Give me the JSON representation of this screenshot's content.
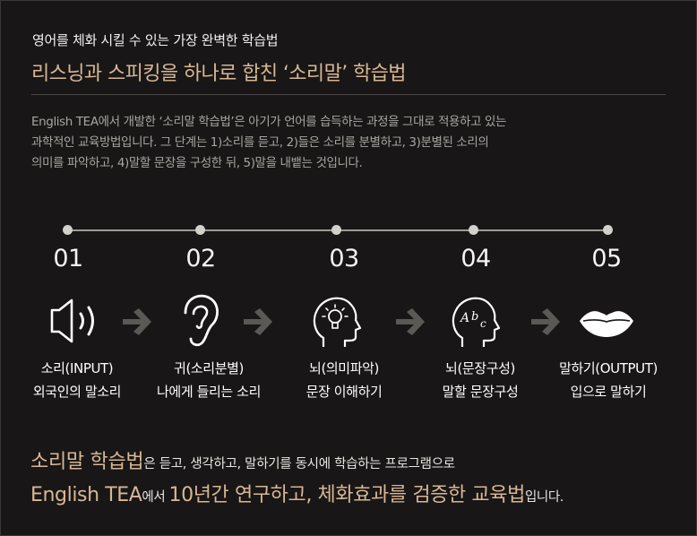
{
  "header": {
    "subtitle": "영어를 체화 시킬 수 있는 가장 완벽한 학습법",
    "title": "리스닝과 스피킹을 하나로 합친 ‘소리말’ 학습법"
  },
  "description": [
    "English TEA에서 개발한 ‘소리말 학습법’은 아기가 언어를 습득하는 과정을 그대로 적용하고 있는",
    "과학적인 교육방법입니다. 그 단계는 1)소리를 듣고, 2)들은 소리를 분별하고, 3)분별된 소리의",
    "의미를 파악하고, 4)말할 문장을 구성한 뒤, 5)말을 내뱉는 것입니다."
  ],
  "steps": [
    {
      "number": "01",
      "icon": "speaker-icon",
      "line1": "소리(INPUT)",
      "line2": "외국인의 말소리"
    },
    {
      "number": "02",
      "icon": "ear-icon",
      "line1": "귀(소리분별)",
      "line2": "나에게 들리는 소리"
    },
    {
      "number": "03",
      "icon": "head-lightbulb-icon",
      "line1": "뇌(의미파악)",
      "line2": "문장 이해하기"
    },
    {
      "number": "04",
      "icon": "head-abc-icon",
      "line1": "뇌(문장구성)",
      "line2": "말할 문장구성"
    },
    {
      "number": "05",
      "icon": "lips-icon",
      "line1": "말하기(OUTPUT)",
      "line2": "입으로 말하기"
    }
  ],
  "icon_text": {
    "abc_a": "A",
    "abc_b": "b",
    "abc_c": "c"
  },
  "bottom": {
    "line1_highlight": "소리말 학습법",
    "line1_rest": "은 듣고, 생각하고, 말하기를 동시에 학습하는 프로그램으로",
    "line2_highlight": "English TEA",
    "line2_mid": "에서 ",
    "line2_highlight2": "10년간 연구하고, 체화효과를 검증한 교육법",
    "line2_rest": "입니다."
  },
  "colors": {
    "accent": "#d8b794",
    "background": "#181616",
    "arrow": "#5b5856",
    "icon": "#ffffff"
  }
}
